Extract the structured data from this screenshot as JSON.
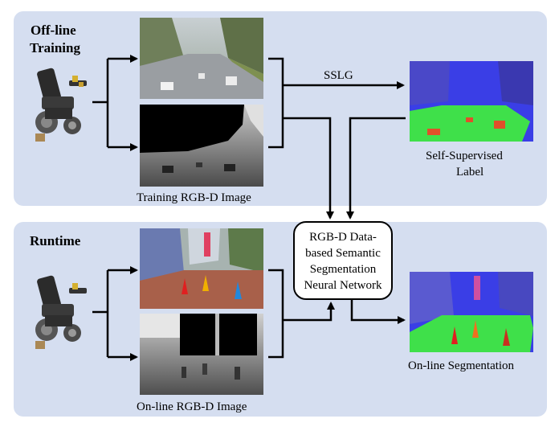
{
  "offline": {
    "title_line1": "Off-line",
    "title_line2": "Training",
    "caption": "Training RGB-D Image",
    "sslg_label": "SSLG",
    "self_label_line1": "Self-Supervised",
    "self_label_line2": "Label"
  },
  "runtime": {
    "title": "Runtime",
    "caption": "On-line RGB-D Image",
    "output_label": "On-line Segmentation"
  },
  "network": {
    "line1": "RGB-D Data-",
    "line2": "based Semantic",
    "line3": "Segmentation",
    "line4": "Neural Network"
  },
  "colors": {
    "panel_bg": "#d5def0",
    "segment_green": "#3fe04a",
    "overlay_blue": "#3a3ee6",
    "obstacle_red": "#e0502a"
  }
}
